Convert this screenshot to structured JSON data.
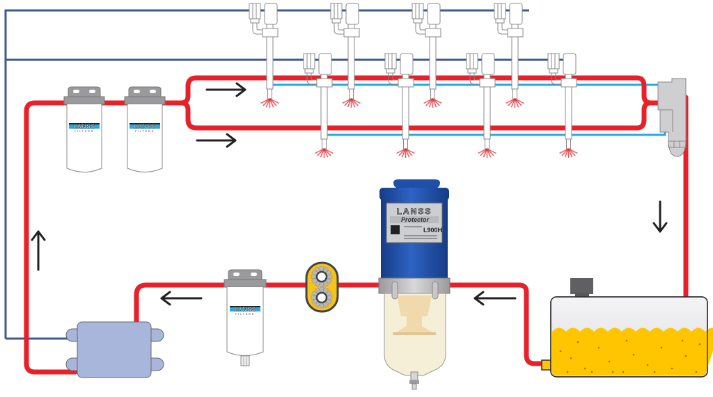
{
  "diagram": {
    "title": "Diesel fuel system with LANSS filtration",
    "colors": {
      "fuel_line": "#e8202a",
      "return_line": "#3f5a8c",
      "injector_leak_line": "#29a8e0",
      "arrow": "#222222",
      "housing_gray": "#9a9a9d",
      "pump_blue": "#a9b6dc",
      "protector_blue": "#1f4fa8",
      "tank_fuel": "#ffc600",
      "gear_pump_yellow": "#f6c21c"
    },
    "filters": {
      "twin_secondary": [
        {
          "brand": "LANSS",
          "sub": "FILTERS"
        },
        {
          "brand": "LANSS",
          "sub": "FILTERS"
        }
      ],
      "pre_filter": {
        "brand": "LANSS",
        "sub": "FILTERS"
      }
    },
    "protector": {
      "brand": "LANSS",
      "model_line": "Protector",
      "model": "L900H"
    },
    "components": {
      "injectors_upper_row": 4,
      "injectors_lower_row": 4,
      "tank": "fuel-tank",
      "lift_pump": "lift-pump",
      "gear_pump": "gear-pump",
      "pressure_regulator": "pressure-regulator"
    },
    "flow_arrows": [
      {
        "id": "rail-upper",
        "direction": "right"
      },
      {
        "id": "rail-lower",
        "direction": "right"
      },
      {
        "id": "return-to-tank",
        "direction": "down"
      },
      {
        "id": "tank-to-protector",
        "direction": "left"
      },
      {
        "id": "prefilter-to-pump",
        "direction": "left"
      },
      {
        "id": "pump-to-filters",
        "direction": "up"
      }
    ]
  }
}
